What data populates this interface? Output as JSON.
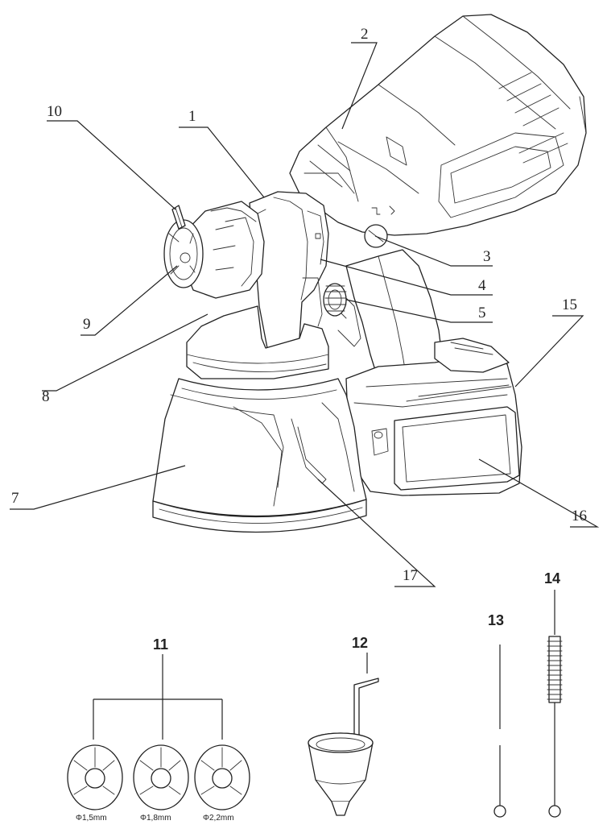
{
  "callouts": [
    "1",
    "2",
    "3",
    "4",
    "5",
    "7",
    "8",
    "9",
    "10",
    "15",
    "16",
    "17"
  ],
  "accessories": {
    "nozzles": {
      "number": "11",
      "sizes": [
        "Φ1,5mm",
        "Φ1,8mm",
        "Φ2,2mm"
      ]
    },
    "viscosity_cup": {
      "number": "12"
    },
    "needle": {
      "number": "13"
    },
    "brush": {
      "number": "14"
    }
  }
}
